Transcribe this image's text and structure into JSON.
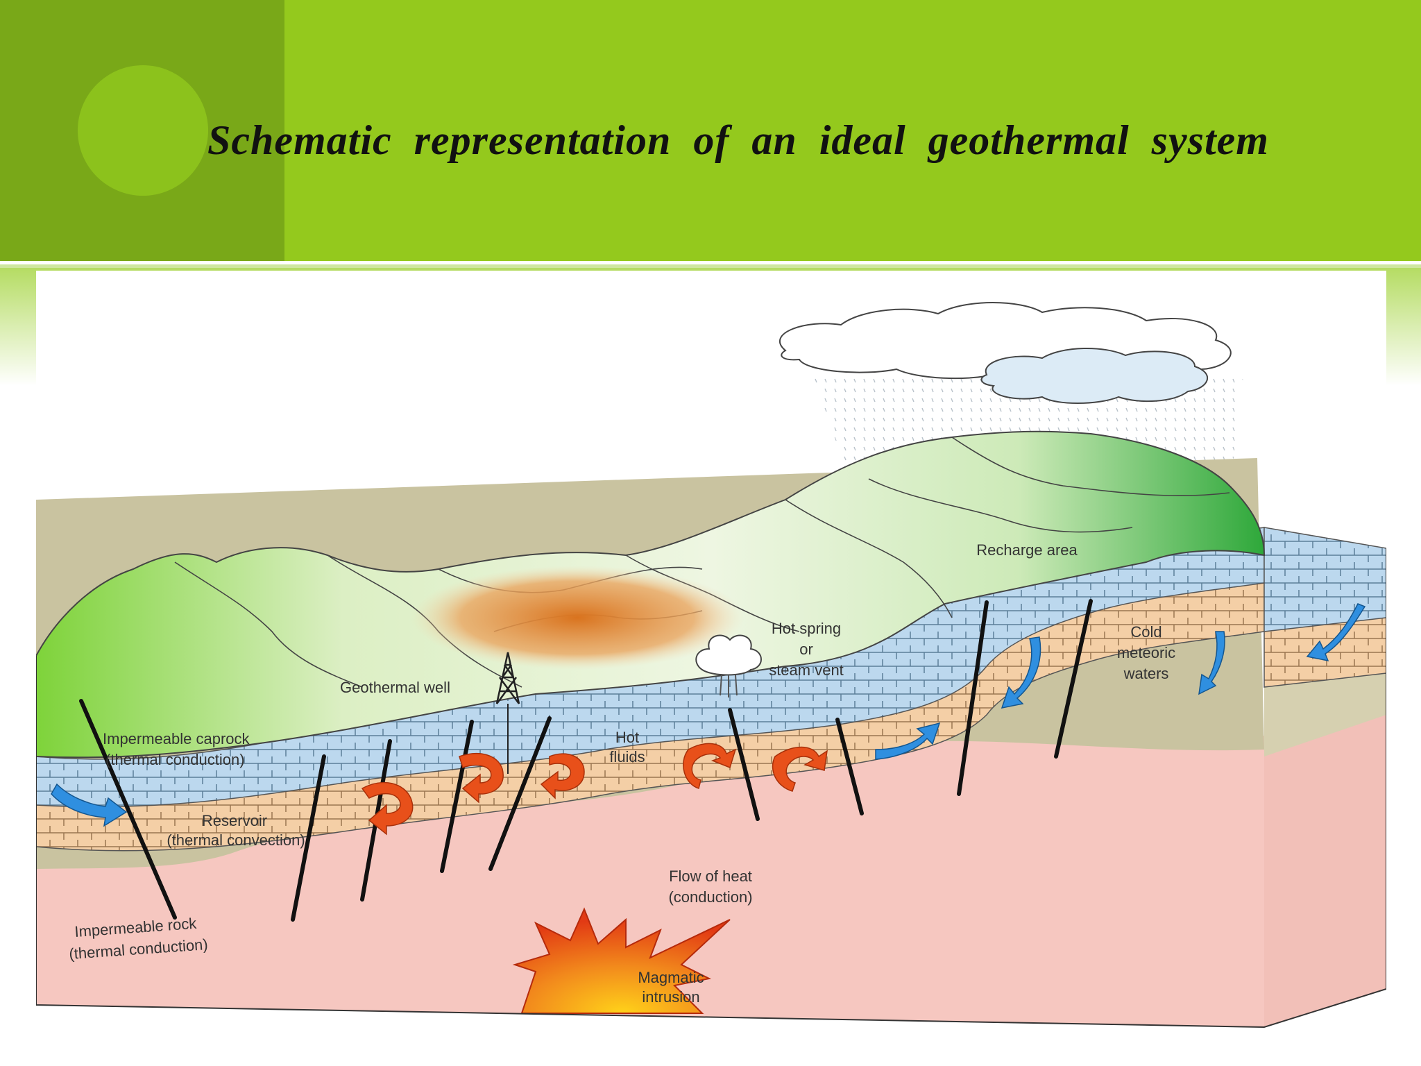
{
  "slide": {
    "title": "Schematic representation of an ideal geothermal system"
  },
  "diagram": {
    "labels": {
      "recharge_area": "Recharge area",
      "cold_waters_l1": "Cold",
      "cold_waters_l2": "meteoric",
      "cold_waters_l3": "waters",
      "hot_spring_l1": "Hot spring",
      "hot_spring_l2": "or",
      "hot_spring_l3": "steam vent",
      "geothermal_well": "Geothermal well",
      "caprock_l1": "Impermeable caprock",
      "caprock_l2": "(thermal conduction)",
      "hot_fluids_l1": "Hot",
      "hot_fluids_l2": "fluids",
      "reservoir_l1": "Reservoir",
      "reservoir_l2": "(thermal convection)",
      "heat_flow_l1": "Flow of heat",
      "heat_flow_l2": "(conduction)",
      "rock_l1": "Impermeable rock",
      "rock_l2": "(thermal conduction)",
      "magma_l1": "Magmatic",
      "magma_l2": "intrusion"
    },
    "colors": {
      "header_green": "#94c91d",
      "header_dark_green": "#79a818",
      "caprock": "#c9c3a0",
      "reservoir_blue": "#bcd8ee",
      "reservoir_tan": "#f4cfa6",
      "deep_rock": "#f6c7c0",
      "hot_arrow": "#e8501a",
      "cold_arrow": "#2f8fe0"
    }
  }
}
